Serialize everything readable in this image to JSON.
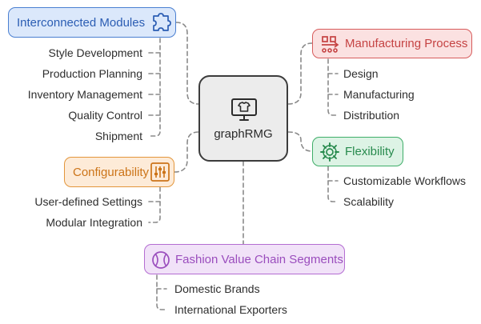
{
  "center": {
    "label": "graphRMG",
    "icon": "tshirt-monitor-icon"
  },
  "categories": {
    "interconnected": {
      "label": "Interconnected Modules",
      "icon": "puzzle-icon",
      "color": "#4a7fd1",
      "items": [
        "Style Development",
        "Production Planning",
        "Inventory Management",
        "Quality Control",
        "Shipment"
      ]
    },
    "manufacturing": {
      "label": "Manufacturing Process",
      "icon": "conveyor-icon",
      "color": "#d75c5c",
      "items": [
        "Design",
        "Manufacturing",
        "Distribution"
      ]
    },
    "flexibility": {
      "label": "Flexibility",
      "icon": "gear-icon",
      "color": "#3fae69",
      "items": [
        "Customizable Workflows",
        "Scalability"
      ]
    },
    "configurability": {
      "label": "Configurability",
      "icon": "sliders-icon",
      "color": "#e3963b",
      "items": [
        "User-defined Settings",
        "Modular Integration"
      ]
    },
    "fashion": {
      "label": "Fashion Value Chain Segments",
      "icon": "ball-icon",
      "color": "#b46dd2",
      "items": [
        "Domestic Brands",
        "International Exporters"
      ]
    }
  }
}
